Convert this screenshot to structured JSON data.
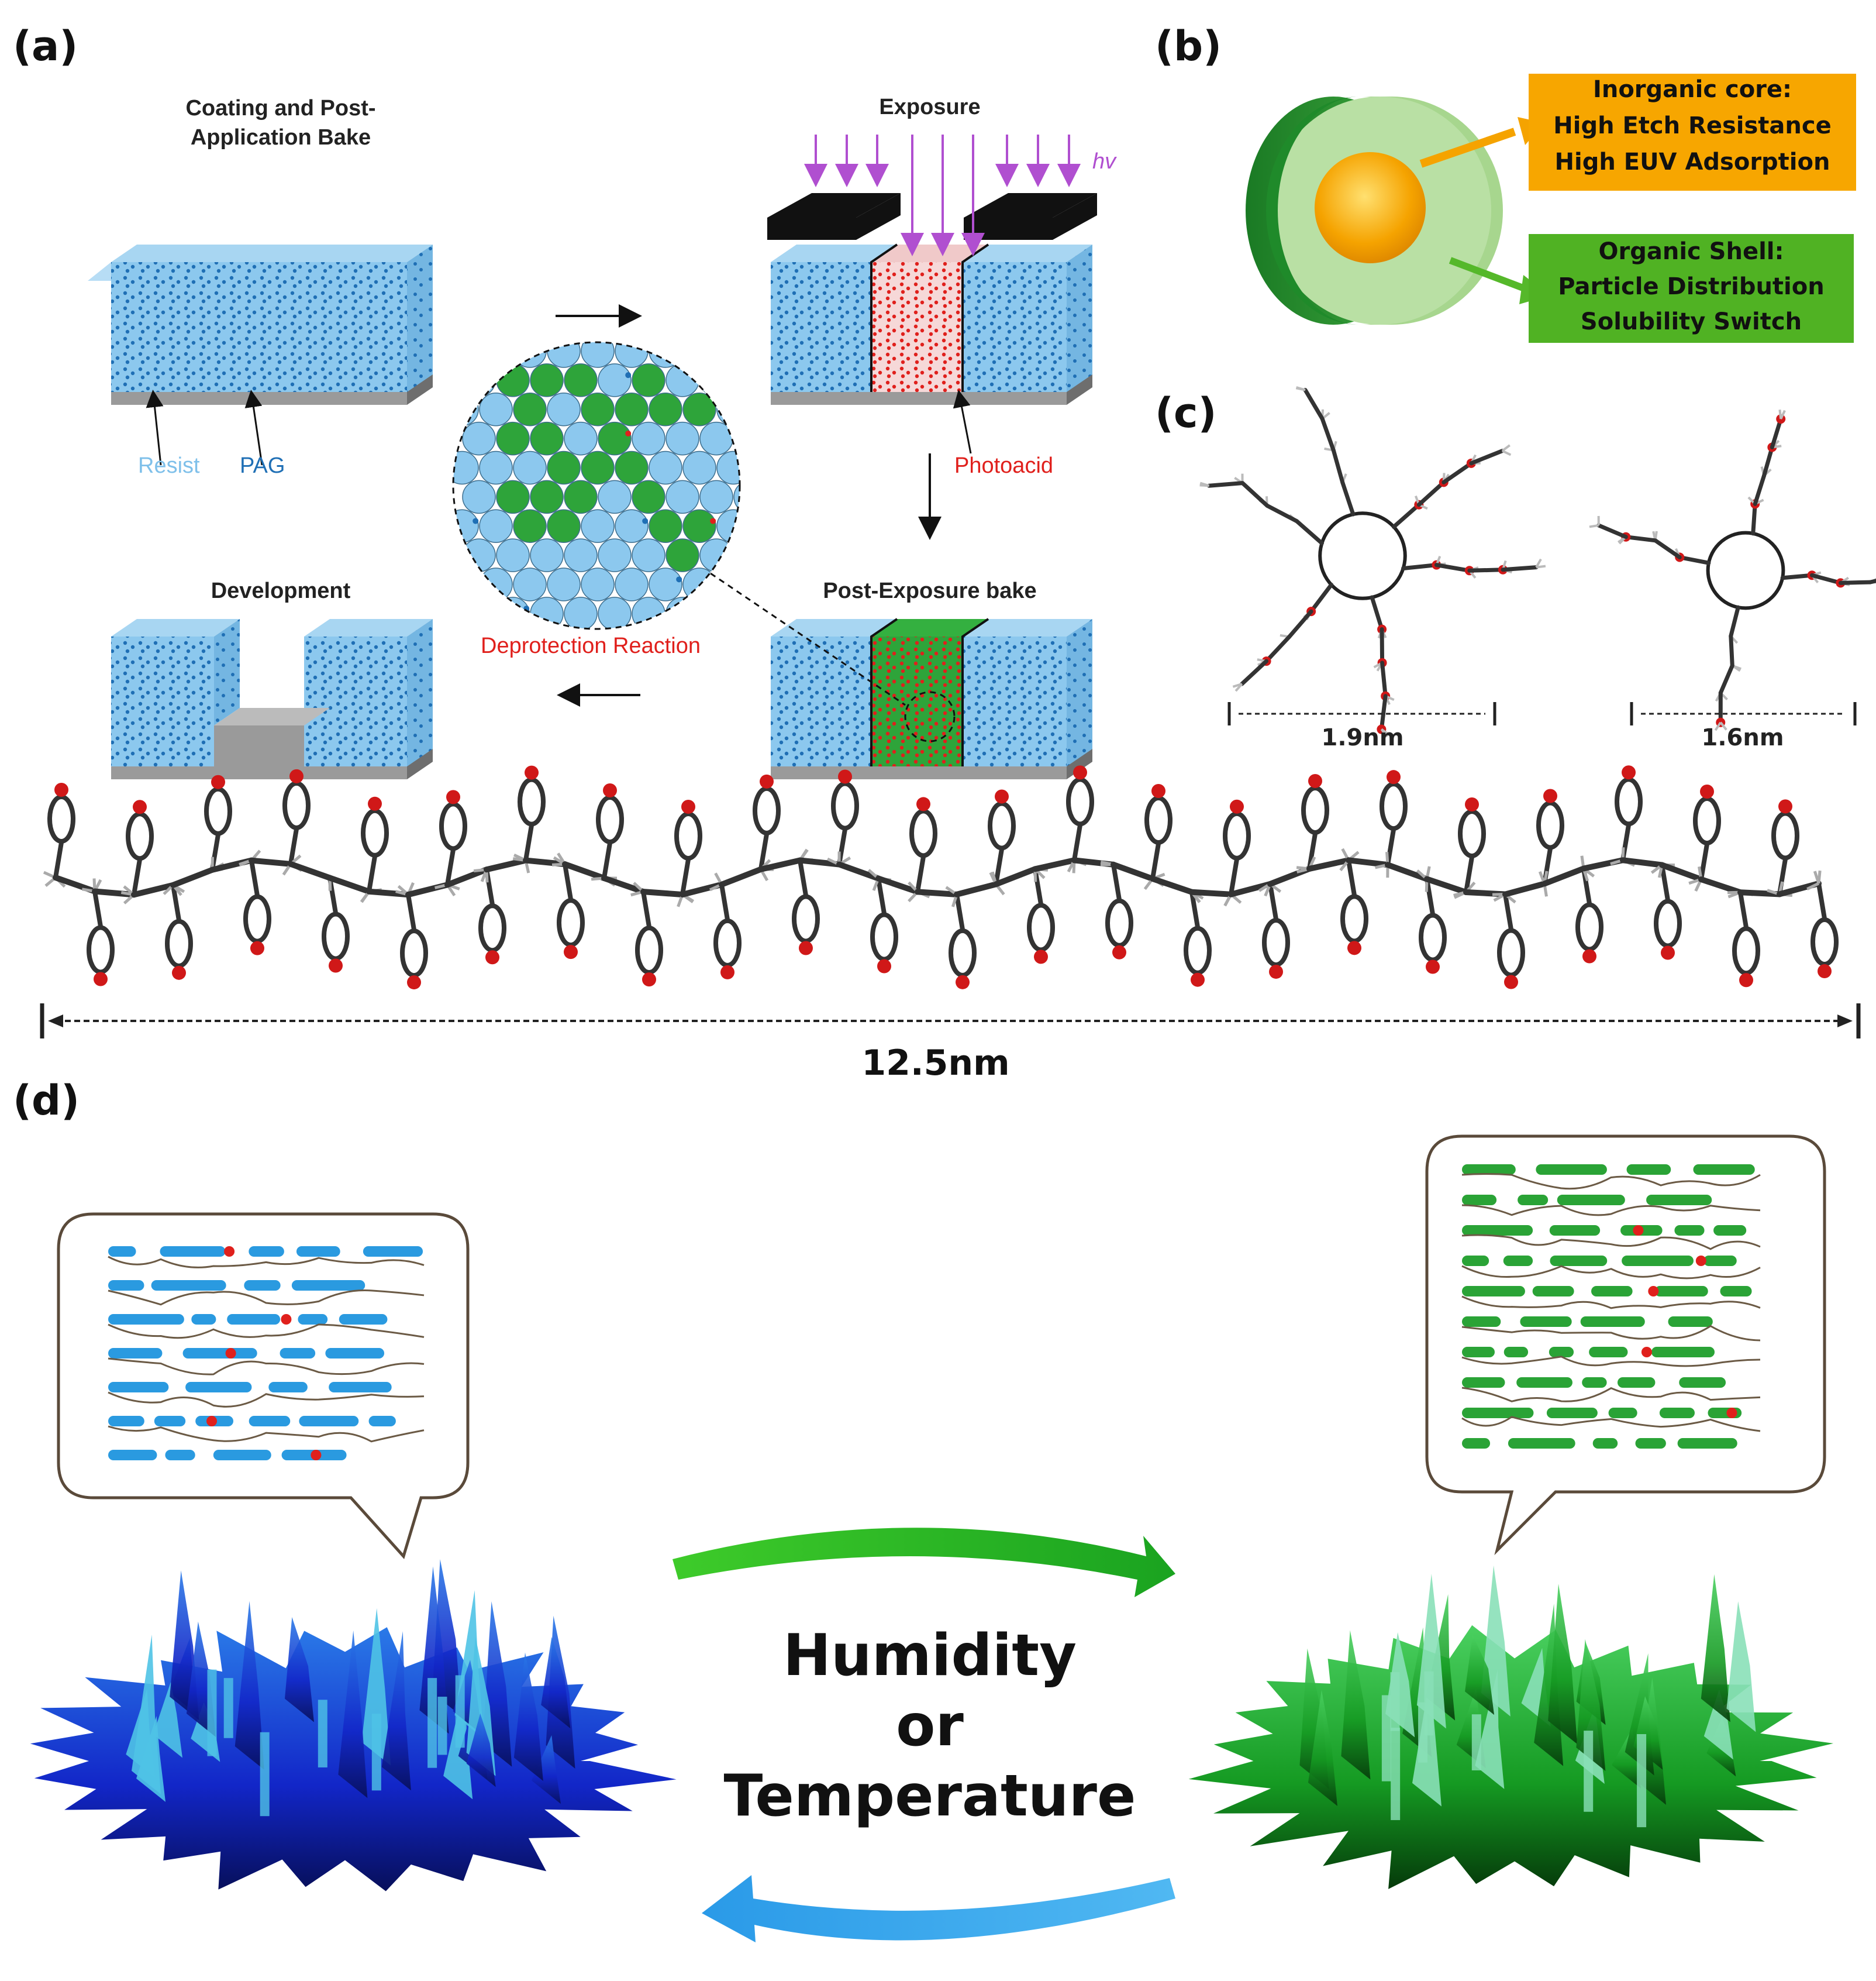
{
  "panels": {
    "a": "(a)",
    "b": "(b)",
    "c": "(c)",
    "d": "(d)"
  },
  "panel_a": {
    "step_coating_line1": "Coating and Post-",
    "step_coating_line2": "Application Bake",
    "step_exposure": "Exposure",
    "step_peb": "Post-Exposure bake",
    "step_development": "Development",
    "label_resist": "Resist",
    "label_pag": "PAG",
    "label_photoacid": "Photoacid",
    "label_hv": "hv",
    "label_deprotection": "Deprotection Reaction"
  },
  "panel_b": {
    "core_line1": "Inorganic core:",
    "core_line2": "High Etch Resistance",
    "core_line3": "High EUV Adsorption",
    "shell_line1": "Organic Shell:",
    "shell_line2": "Particle Distribution",
    "shell_line3": "Solubility Switch"
  },
  "panel_c": {
    "dim_left": "1.9nm",
    "dim_right": "1.6nm",
    "dim_chain": "12.5nm"
  },
  "panel_d": {
    "stimulus_line1": "Humidity",
    "stimulus_line2": "or",
    "stimulus_line3": "Temperature"
  },
  "colors": {
    "resist_blue": "#8cc8ee",
    "pag_blue": "#1f6fb5",
    "photoacid_red": "#e0201c",
    "deprotect_green": "#2ea43a",
    "exposure_purple": "#b04fd0",
    "core_orange": "#f5a300",
    "shell_green": "#55b82a",
    "cold_blue": "#1a2fd0",
    "warm_green": "#1f9a2a"
  }
}
